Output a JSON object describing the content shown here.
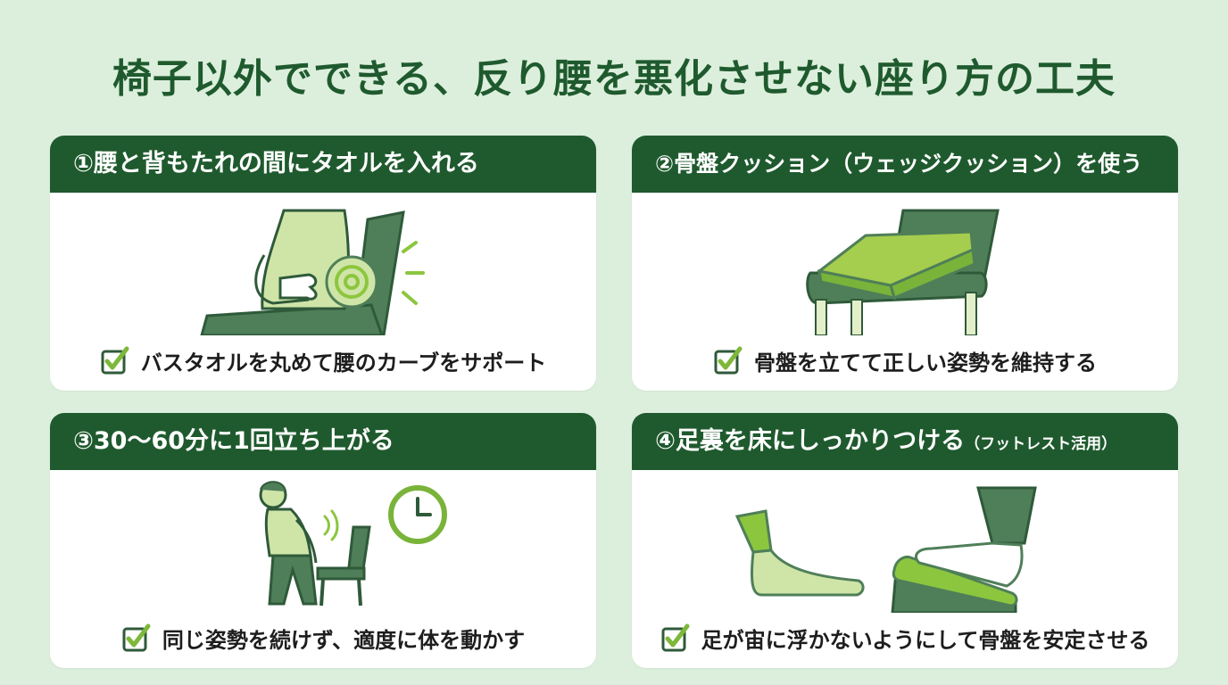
{
  "title": "椅子以外でできる、反り腰を悪化させない座り方の工夫",
  "cards": [
    {
      "number": "①",
      "heading": "腰と背もたれの間にタオルを入れる",
      "sub": "",
      "tip": "バスタオルを丸めて腰のカーブをサポート"
    },
    {
      "number": "②",
      "heading": "骨盤クッション（ウェッジクッション）を使う",
      "sub": "",
      "tip": "骨盤を立てて正しい姿勢を維持する"
    },
    {
      "number": "③",
      "heading": "30〜60分に1回立ち上がる",
      "sub": "",
      "tip": "同じ姿勢を続けず、適度に体を動かす"
    },
    {
      "number": "④",
      "heading": "足裏を床にしっかりつける",
      "sub": "（フットレスト活用）",
      "tip": "足が宙に浮かないようにして骨盤を安定させる"
    }
  ],
  "icons": {
    "check": "check-box-icon",
    "card1": "towel-lumbar-support-icon",
    "card2": "wedge-cushion-chair-icon",
    "card3": "standing-person-clock-icon",
    "card4": "footrest-feet-icon"
  },
  "colors": {
    "background": "#dcefdc",
    "header": "#1f5a2e",
    "accent": "#8cc63f",
    "dark_green": "#4f7f58"
  }
}
